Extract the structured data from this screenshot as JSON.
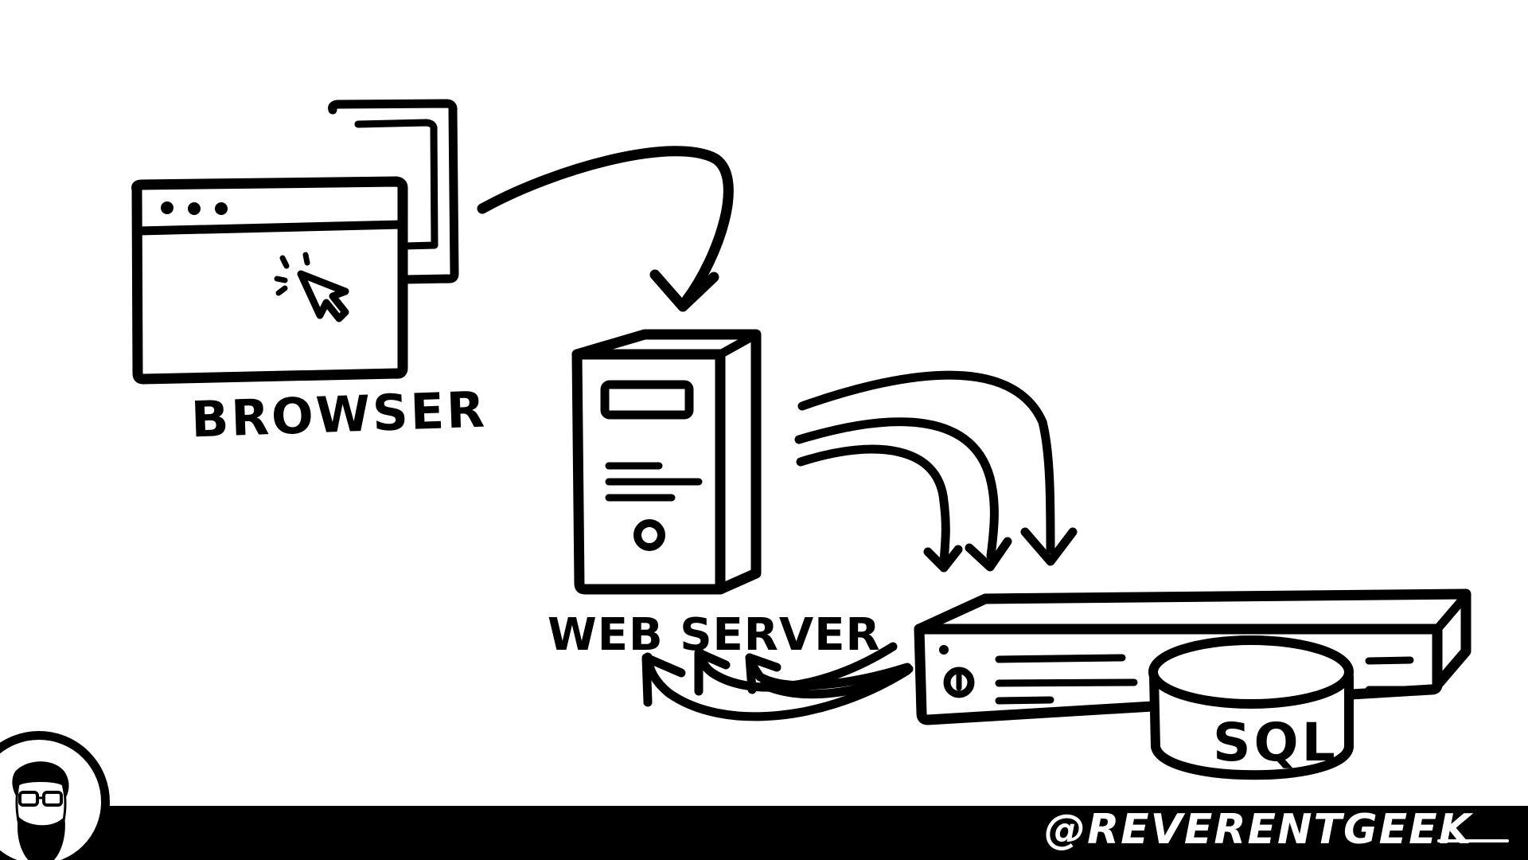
{
  "labels": {
    "browser": "BROWSER",
    "web_server": "WEB SERVER",
    "database": "SQL"
  },
  "footer": {
    "handle": "@REVERENTGEEK"
  },
  "icons": {
    "browser": "browser-window-icon",
    "phone": "mobile-phone-icon",
    "cursor": "click-cursor-icon",
    "server": "tower-server-icon",
    "rack": "rack-server-icon",
    "database": "database-cylinder-icon",
    "avatar": "author-avatar-icon"
  },
  "colors": {
    "ink": "#000000",
    "background": "#ffffff",
    "footer_text": "#ffffff"
  }
}
